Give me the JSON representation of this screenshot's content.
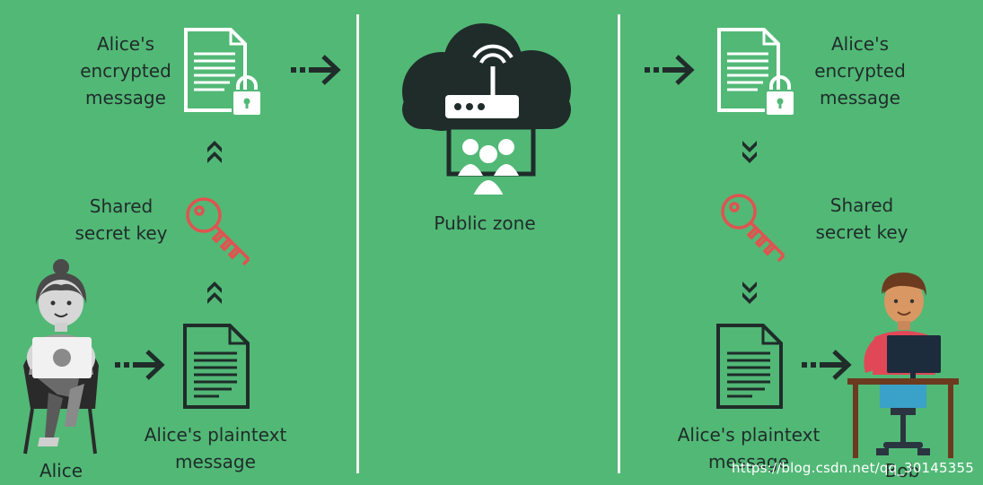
{
  "left": {
    "encrypted_label_1": "Alice's",
    "encrypted_label_2": "encrypted",
    "encrypted_label_3": "message",
    "key_label_1": "Shared",
    "key_label_2": "secret key",
    "plaintext_label_1": "Alice's plaintext",
    "plaintext_label_2": "message",
    "person_name": "Alice"
  },
  "center": {
    "zone_label": "Public zone"
  },
  "right": {
    "encrypted_label_1": "Alice's",
    "encrypted_label_2": "encrypted",
    "encrypted_label_3": "message",
    "key_label_1": "Shared",
    "key_label_2": "secret key",
    "plaintext_label_1": "Alice's plaintext",
    "plaintext_label_2": "message",
    "person_name": "Bob"
  },
  "watermark": "https://blog.csdn.net/qq_30145355",
  "colors": {
    "background": "#52b876",
    "dark": "#1f2c2a",
    "white": "#ffffff",
    "key": "#e0534f"
  }
}
